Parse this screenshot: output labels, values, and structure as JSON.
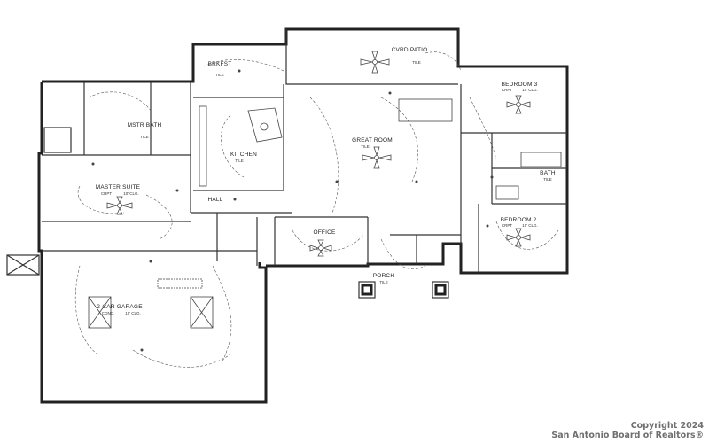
{
  "rooms": {
    "covered_patio": "CVRD PATIO",
    "bedroom_3": "BEDROOM 3",
    "breakfast": "BRKFST",
    "great_room": "GREAT ROOM",
    "master_bath": "MSTR BATH",
    "kitchen": "KITCHEN",
    "master_suite": "MASTER SUITE",
    "bath": "BATH",
    "bedroom_2": "BEDROOM 2",
    "hall": "HALL",
    "office": "OFFICE",
    "porch": "PORCH",
    "garage": "2-CAR GARAGE"
  },
  "notes": {
    "ceiling_10": "10' CLG.",
    "tile": "TILE",
    "carpet": "CRPT",
    "conc": "CONC."
  },
  "watermark": {
    "line1": "Copyright 2024",
    "line2": "San Antonio Board of Realtors®"
  }
}
